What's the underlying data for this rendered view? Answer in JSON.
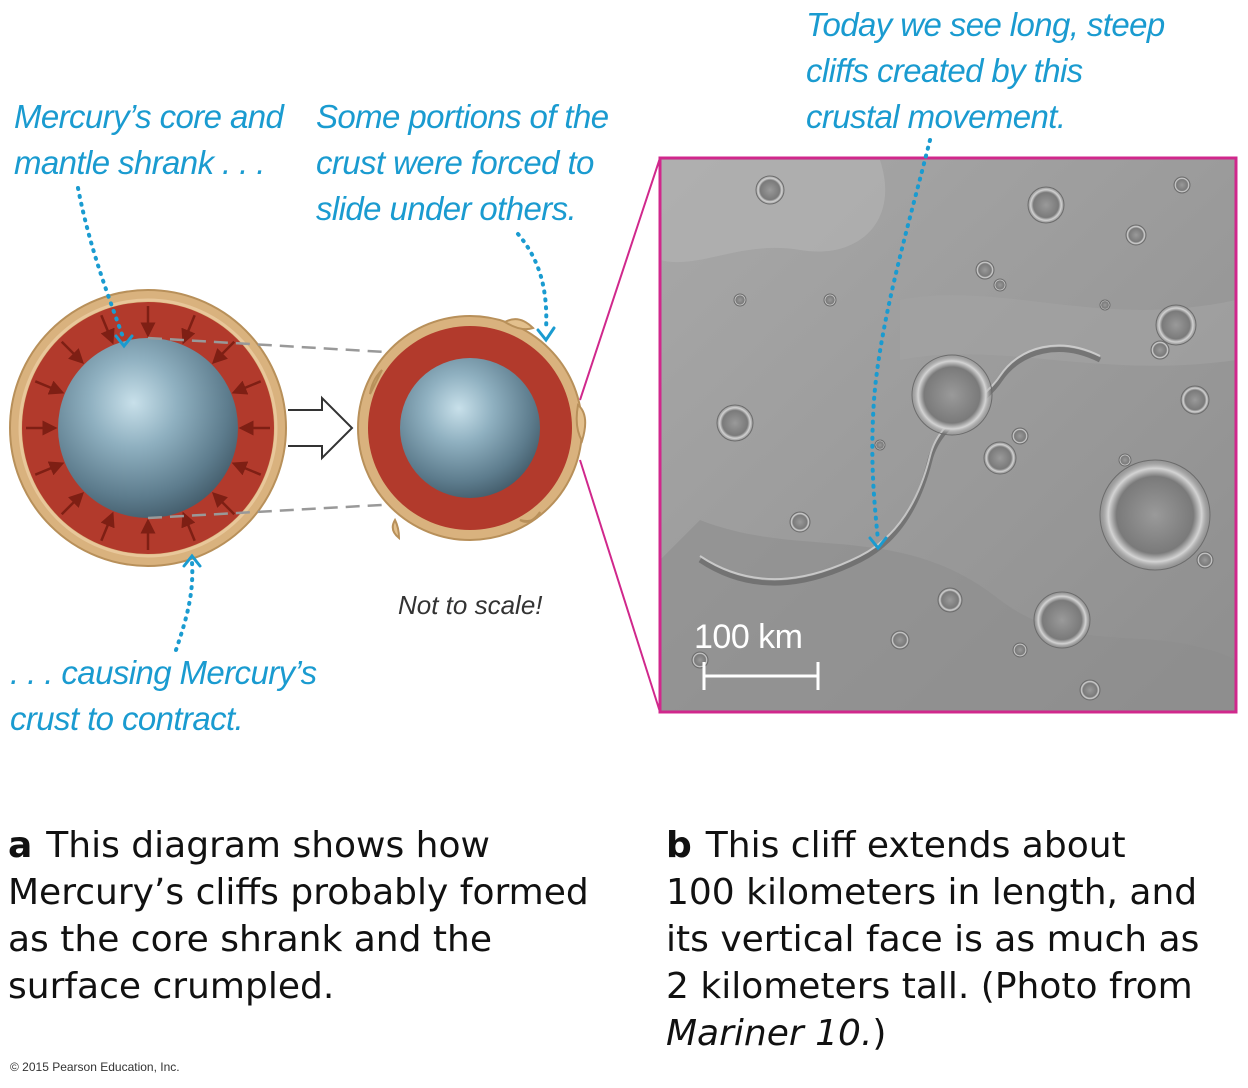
{
  "annotations": {
    "core_shrank": [
      "Mercury’s core and",
      "mantle shrank . . ."
    ],
    "slide_under": [
      "Some portions of the",
      "crust were forced to",
      "slide under others."
    ],
    "crust_contract": [
      ". . . causing Mercury’s",
      "crust to contract."
    ],
    "today_cliffs": [
      "Today we see long, steep",
      "cliffs created by this",
      "crustal movement."
    ],
    "not_to_scale": "Not to scale!"
  },
  "photo": {
    "scale_label": "100 km"
  },
  "captions": {
    "a": {
      "letter": "a",
      "lines": [
        "This diagram shows how",
        "Mercury’s cliffs probably formed",
        "as the core shrank and the",
        "surface crumpled."
      ]
    },
    "b": {
      "letter": "b",
      "lines": [
        "This cliff extends about",
        "100 kilometers in length, and",
        "its vertical face is as much as",
        "2 kilometers tall. (Photo from"
      ],
      "italic_source": "Mariner 10.",
      "closing": ")"
    }
  },
  "copyright": "© 2015 Pearson Education, Inc.",
  "colors": {
    "annotation": "#1a9bd0",
    "crust": "#d9b27e",
    "mantle": "#b23a2c",
    "core": "#6f8fa0",
    "frame": "#d0288c"
  }
}
